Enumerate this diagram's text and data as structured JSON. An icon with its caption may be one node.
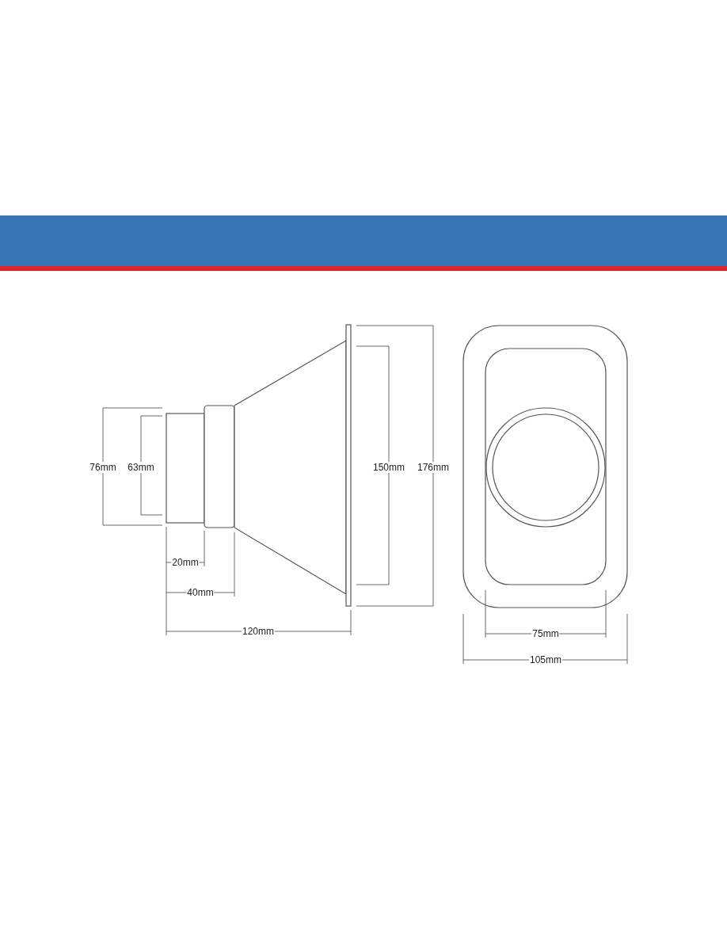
{
  "diagram": {
    "labels": [
      "76mm",
      "63mm",
      "150mm",
      "176mm",
      "20mm",
      "40mm",
      "120mm",
      "75mm",
      "105mm"
    ]
  }
}
